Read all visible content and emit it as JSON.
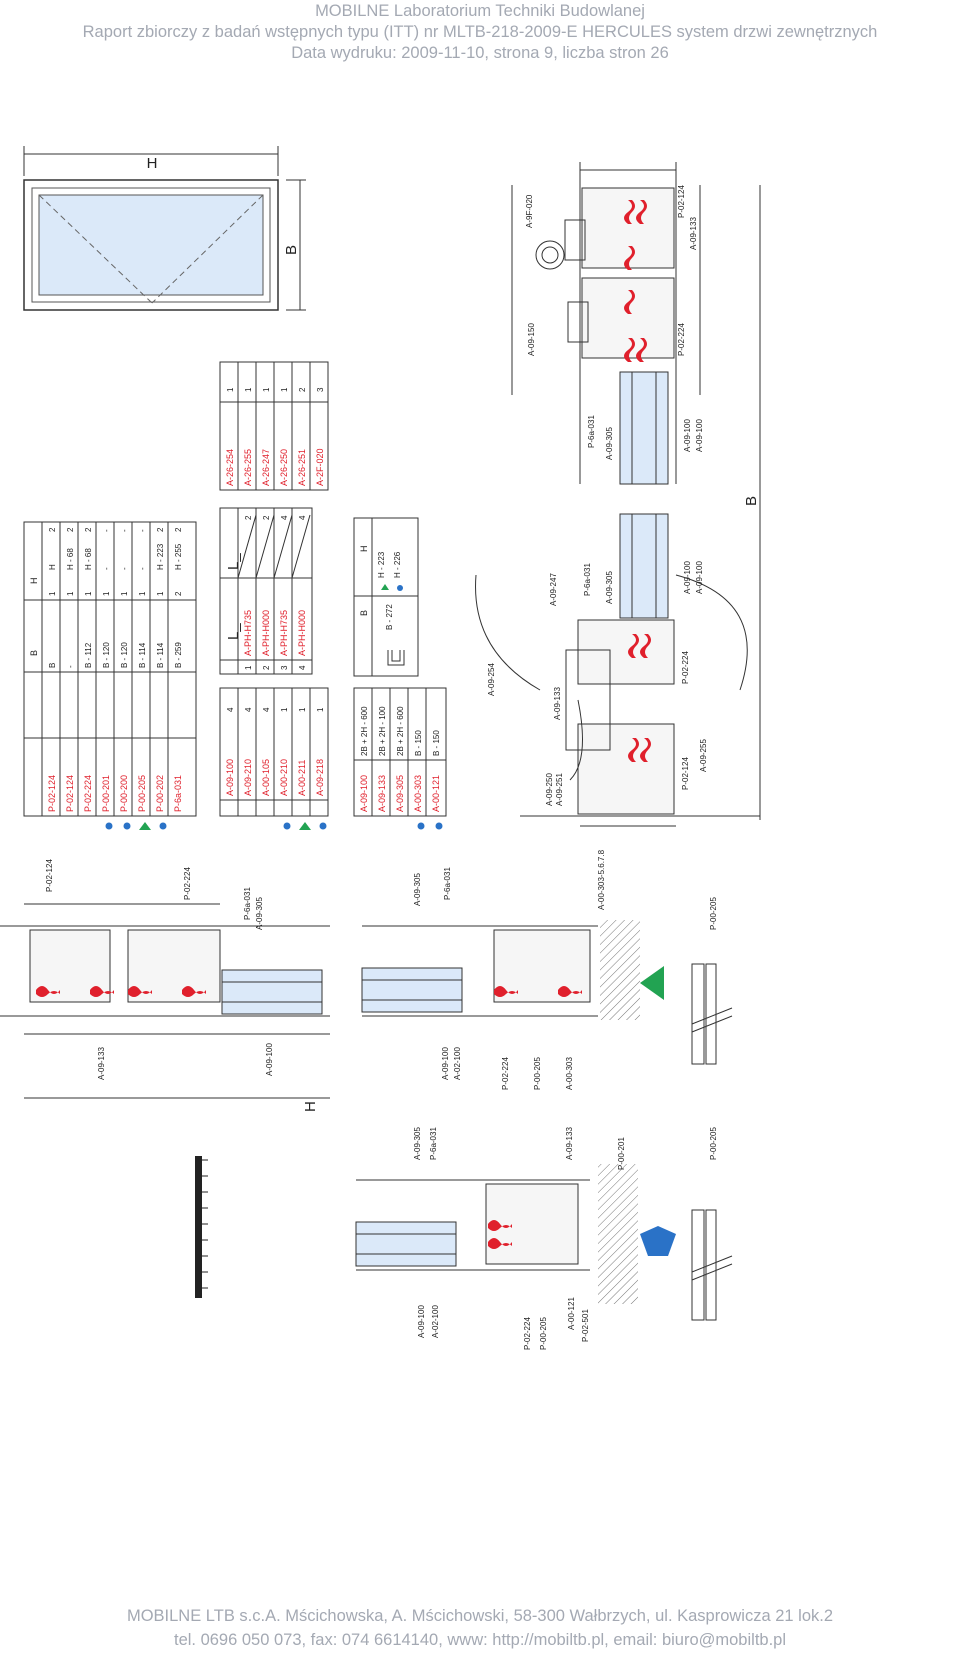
{
  "header": {
    "line1": "MOBILNE  Laboratorium Techniki Budowlanej",
    "line2": "Raport zbiorczy z badań wstępnych typu (ITT) nr MLTB-218-2009-E HERCULES system drzwi zewnętrznych",
    "line3": "Data wydruku: 2009-11-10, strona 9, liczba stron 26"
  },
  "drawing": {
    "elevation": {
      "width_label": "H",
      "height_label": "B"
    },
    "section_labels": {
      "horizontal": "H",
      "vertical": "B"
    },
    "table_profiles": {
      "codes": [
        "P-02-124",
        "P-02-124",
        "P-02-224",
        "P-00-201",
        "P-00-200",
        "P-00-205",
        "P-00-202",
        "P-6a-031"
      ],
      "qty": [
        "1",
        "1",
        "1",
        "1",
        "1",
        "1",
        "1",
        "2"
      ],
      "dims_B": [
        "B",
        "-",
        "B - 112",
        "B - 120",
        "B - 120",
        "B - 114",
        "B - 114",
        "B - 259"
      ],
      "dims_H": [
        "H",
        "H - 68",
        "H - 68",
        "-",
        "-",
        "-",
        "H - 223",
        "H - 255"
      ],
      "qty_H": [
        "2",
        "2",
        "2",
        "-",
        "-",
        "-",
        "2",
        "2"
      ]
    },
    "table_accessories_a": {
      "codes": [
        "A-09-100",
        "A-09-210",
        "A-00-105",
        "A-00-210",
        "A-00-211",
        "A-09-218"
      ],
      "qty": [
        "4",
        "4",
        "4",
        "1",
        "1",
        "1"
      ]
    },
    "table_accessories_b": {
      "codes": [
        "A-09-100",
        "A-09-133",
        "A-09-305",
        "A-00-303",
        "A-00-121"
      ],
      "dims": [
        "2B + 2H - 600",
        "2B + 2H - 100",
        "2B + 2H - 600",
        "B - 150",
        "B - 150"
      ]
    },
    "table_hinges": {
      "codes": [
        "A-PH-H735",
        "A-PH-H000",
        "A-PH-H735",
        "A-PH-H000"
      ],
      "qty": [
        "1",
        "2",
        "3",
        "4"
      ],
      "right": [
        "2",
        "2",
        "4",
        "4"
      ]
    },
    "table_gaskets": {
      "codes": [
        "A-26-254",
        "A-26-255",
        "A-26-247",
        "A-26-250",
        "A-26-251",
        "A-2F-020"
      ],
      "qty": [
        "1",
        "1",
        "1",
        "1",
        "2",
        "3"
      ]
    },
    "table_threshold": {
      "label_B": "B",
      "label_H": "H",
      "dim_B": "B - 272",
      "dim_H1": "H - 223",
      "dim_H2": "H - 226"
    },
    "callouts": {
      "top_right": [
        "P-02-124",
        "P-02-224",
        "A-09-133",
        "A-09-100",
        "A-09-100",
        "A-09-305",
        "P-6a-031",
        "A-09-150",
        "A-9F-020"
      ],
      "middle_right": [
        "P-6a-031",
        "A-09-305",
        "A-09-247",
        "A-09-100",
        "A-09-100",
        "P-02-224",
        "A-09-254",
        "A-09-133",
        "P-02-124",
        "A-09-250",
        "A-09-251",
        "A-09-255"
      ],
      "mid_left": [
        "P-02-124",
        "A-09-133",
        "P-02-224",
        "P-6a-031",
        "A-09-305",
        "A-09-100"
      ],
      "mid_right": [
        "A-09-305",
        "P-6a-031",
        "A-09-100",
        "A-02-100",
        "P-02-224",
        "P-00-205",
        "A-00-303",
        "A-00-303-5.6.7.8",
        "P-00-205"
      ],
      "bottom": [
        "A-09-305",
        "P-6a-031",
        "A-09-100",
        "A-02-100",
        "P-02-224",
        "P-00-205",
        "A-00-121",
        "P-02-501",
        "A-09-133",
        "P-00-201",
        "P-00-205"
      ]
    }
  },
  "footer": {
    "line1": "MOBILNE LTB s.c.A. Mścichowska, A. Mścichowski, 58-300 Wałbrzych, ul. Kasprowicza 21 lok.2",
    "line2": "tel. 0696 050 073, fax: 074 6614140, www: http://mobiltb.pl, email: biuro@mobiltb.pl"
  },
  "colors": {
    "gasket_red": "#e0202c",
    "glass_blue": "#dbe9f9",
    "marker_green": "#22a352",
    "marker_blue": "#2a72c7"
  }
}
